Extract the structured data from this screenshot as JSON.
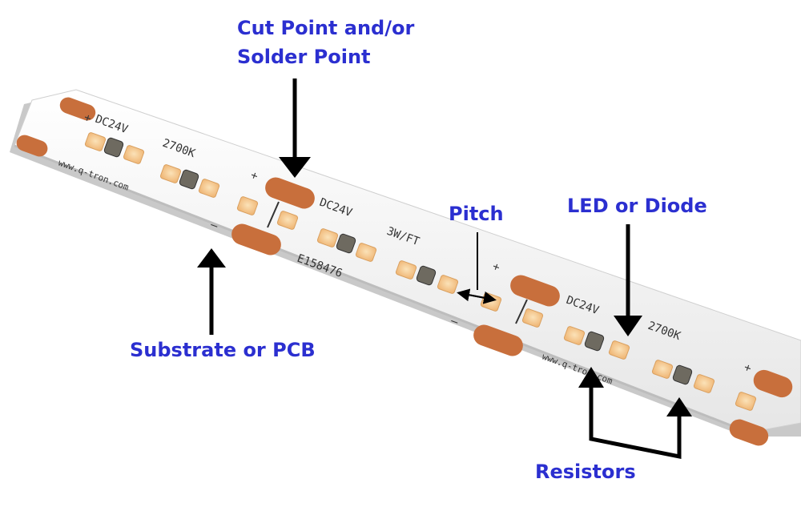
{
  "labels": {
    "cut_point": "Cut Point and/or Solder Point",
    "cut_point_line1": "Cut Point and/or",
    "cut_point_line2": "Solder Point",
    "substrate": "Substrate or PCB",
    "pitch": "Pitch",
    "led": "LED or Diode",
    "resistors": "Resistors"
  },
  "strip_print": {
    "voltage": "DC24V",
    "color_temp": "2700K",
    "power": "3W/FT",
    "cert": "E158476",
    "website": "www.q-tron.com",
    "plus": "+",
    "minus": "–"
  },
  "colors": {
    "label_blue": "#2b2fd0",
    "pcb_white": "#f4f4f4",
    "copper_pad": "#c86f3c",
    "led_yellow": "#f7c98d",
    "arrow": "#000000"
  }
}
